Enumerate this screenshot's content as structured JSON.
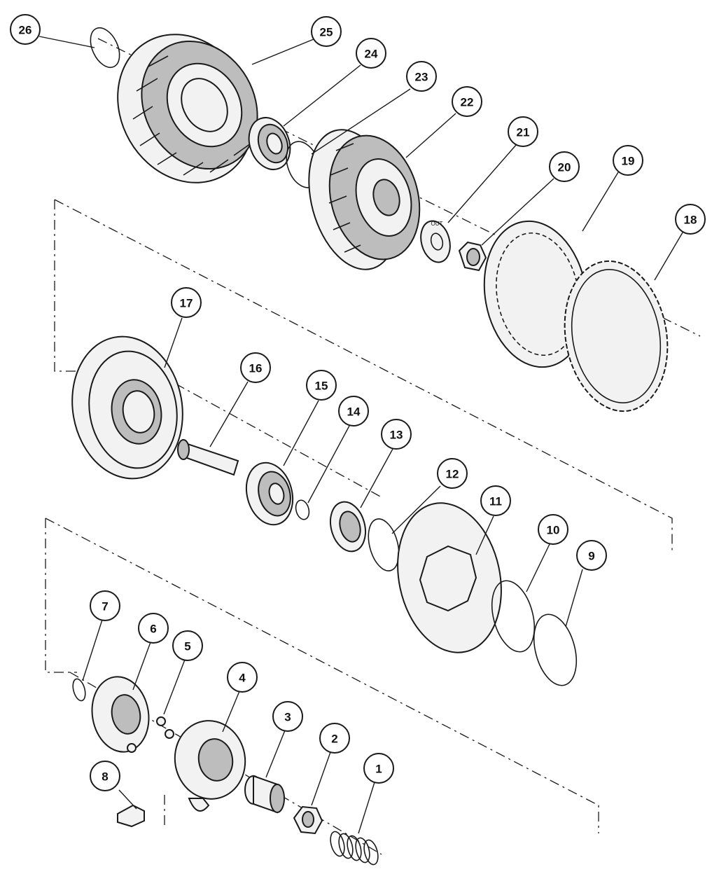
{
  "diagram": {
    "type": "exploded-parts-diagram",
    "callouts": [
      "26",
      "25",
      "24",
      "23",
      "22",
      "21",
      "20",
      "19",
      "18",
      "17",
      "16",
      "15",
      "14",
      "13",
      "12",
      "11",
      "10",
      "9",
      "7",
      "6",
      "5",
      "4",
      "3",
      "2",
      "1",
      "8"
    ],
    "part_labels": {
      "washer_text": "OUT"
    },
    "colors": {
      "line": "#1a1a1a",
      "fill": "#f2f2f2",
      "shade": "#bdbdbd"
    }
  }
}
